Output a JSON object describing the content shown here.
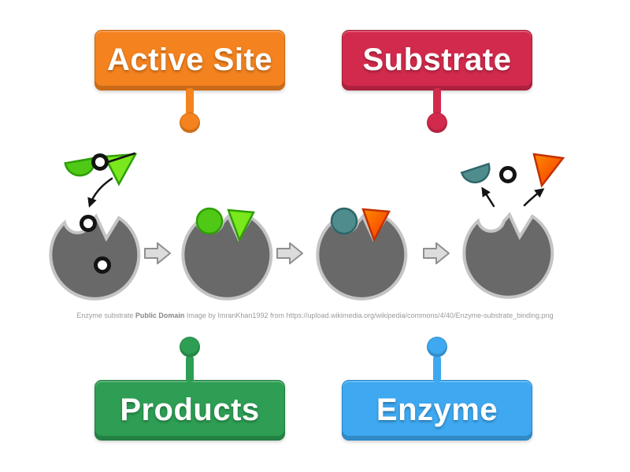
{
  "labels": [
    {
      "id": "active-site",
      "text": "Active Site",
      "color": "#F4821F",
      "dark": "#C96708"
    },
    {
      "id": "substrate",
      "text": "Substrate",
      "color": "#D22A4C",
      "dark": "#A61D38"
    },
    {
      "id": "products",
      "text": "Products",
      "color": "#2D9E53",
      "dark": "#1D7B3D"
    },
    {
      "id": "enzyme",
      "text": "Enzyme",
      "color": "#3EA8F0",
      "dark": "#1F86CC"
    }
  ],
  "diagram": {
    "colors": {
      "enzyme_body": "#696969",
      "enzyme_outline": "#C4C4C4",
      "substrate_green": "#4FC916",
      "substrate_green_bright": "#79E81C",
      "substrate_green_dark": "#2E9E06",
      "product_teal": "#4E8C8E",
      "product_teal_dark": "#2F6568",
      "product_orange": "#FF8A00",
      "product_orange_hot": "#F43600",
      "product_orange_dark": "#C23000",
      "arrow_gray": "#DCDCDC",
      "arrow_gray_outline": "#8F8F8F",
      "marker_black": "#141414"
    },
    "targets": [
      "substrate",
      "active-site",
      "enzyme",
      "products"
    ]
  },
  "attribution": {
    "prefix": "Enzyme substrate ",
    "license": "Public Domain",
    "suffix": " Image by ImranKhan1992 from https://upload.wikimedia.org/wikipedia/commons/4/40/Enzyme-substrate_binding.png"
  }
}
